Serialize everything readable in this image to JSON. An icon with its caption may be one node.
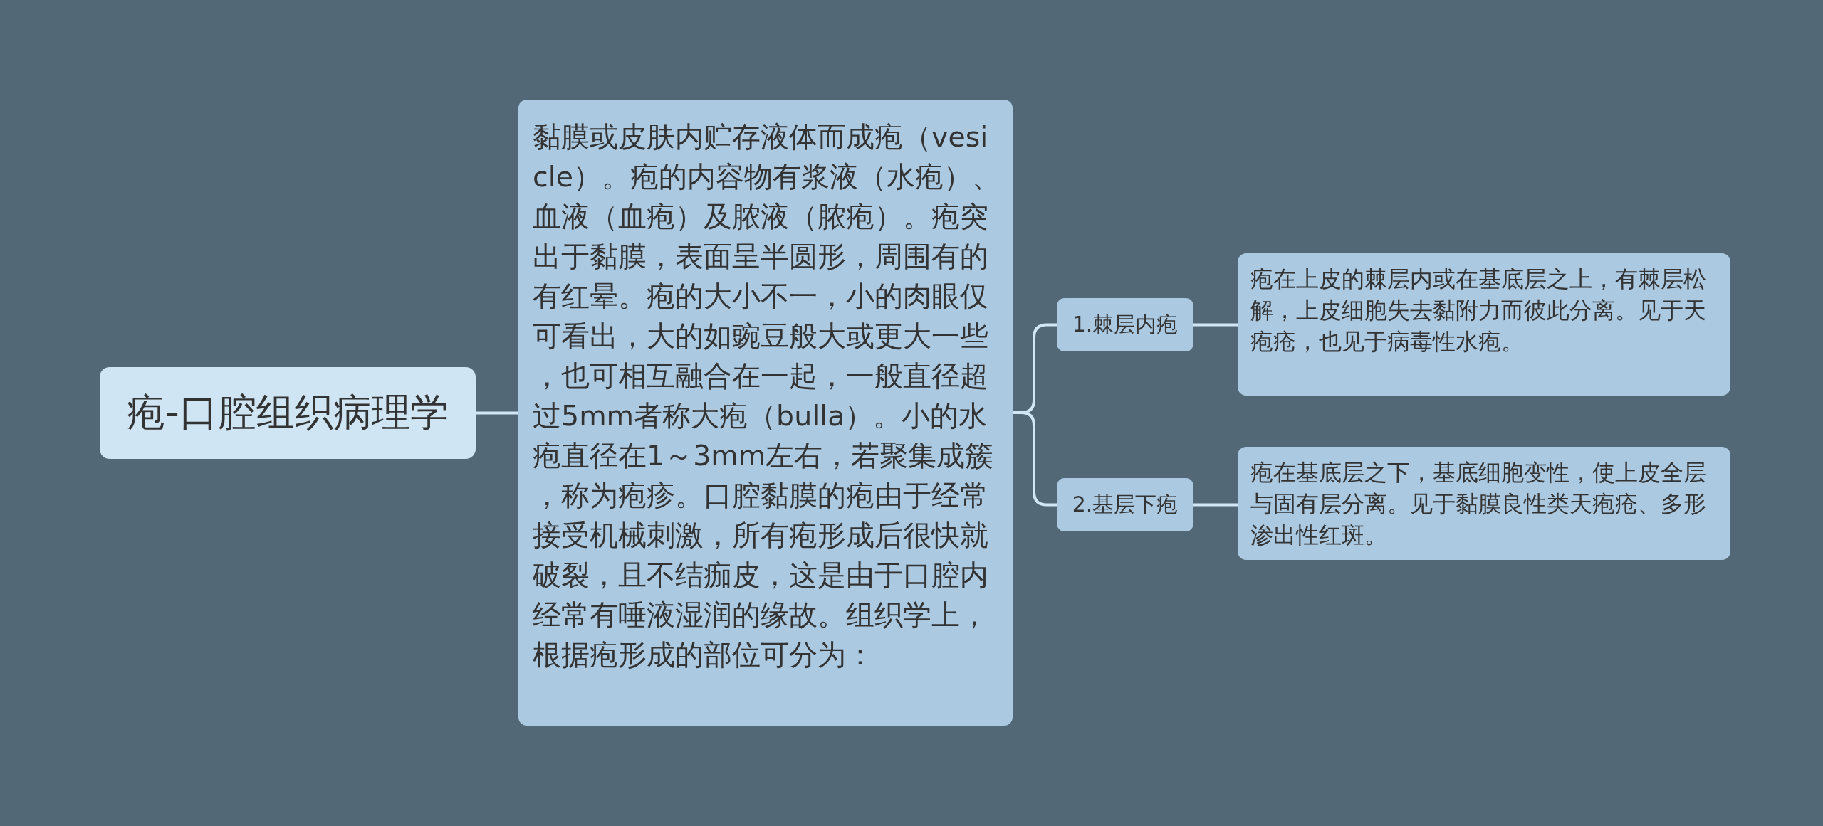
{
  "diagram": {
    "nodes": [
      {
        "text": [
          "疱-口腔组织病理学"
        ]
      },
      {
        "text": [
          "黏膜或皮肤内贮存液体而成疱（vesicle）。疱的内容物有浆液（水疱）、血液（血疱）及脓液（脓疱）。疱突出于黏膜，表面呈半圆形，周围有的有红晕。疱的大小不一，小的肉眼仅可看出，大的如豌豆般大或更大一些，也可相互融合在一起，一般直径超过5mm者称大疱（bulla）。小的水疱直径在1～3mm左右，若聚集成簇，称为疱疹。口腔黏膜的疱由于经常接受机械刺激，所有疱形成后很快就破裂，且不结痂皮，这是由于口腔内经常有唾液湿润的缘故。组织学上，根据疱形成的部位可分为："
        ]
      },
      {
        "text": [
          "1.棘层内疱"
        ]
      },
      {
        "text": [
          "疱在上皮的棘层内或在基底层之上，有棘层松解，上皮细胞失去黏附力而彼此分离。见于天疱疮，也见于病毒性水疱。"
        ]
      },
      {
        "text": [
          "2.基层下疱"
        ]
      },
      {
        "text": [
          "疱在基底层之下，基底细胞变性，使上皮全层与固有层分离。见于黏膜良性类天疱疮、多形渗出性红斑。"
        ]
      }
    ],
    "edges": [
      {
        "from": 0,
        "to": 1,
        "arrow": "none"
      },
      {
        "from": 1,
        "to": 2,
        "arrow": "none"
      },
      {
        "from": 1,
        "to": 4,
        "arrow": "none"
      },
      {
        "from": 2,
        "to": 3,
        "arrow": "none"
      },
      {
        "from": 4,
        "to": 5,
        "arrow": "none"
      }
    ]
  }
}
